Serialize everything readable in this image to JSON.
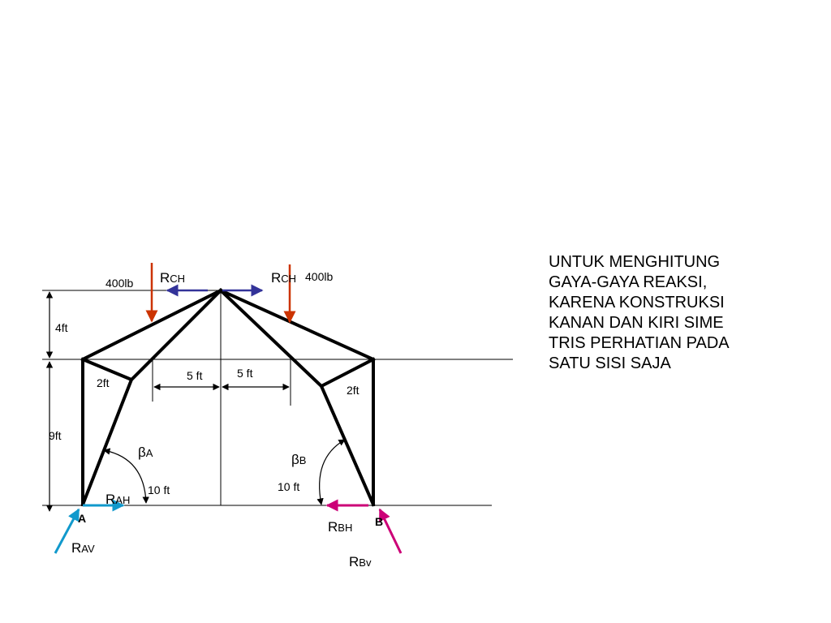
{
  "diagram": {
    "dimensions": {
      "top_height": "4ft",
      "bottom_height": "9ft",
      "left_span": "5 ft",
      "right_span": "5 ft",
      "left_offset": "2ft",
      "right_offset": "2ft",
      "left_base": "10 ft",
      "right_base": "10 ft"
    },
    "loads": {
      "left": "400lb",
      "right": "400lb"
    },
    "forces": {
      "rch_left": {
        "main": "R",
        "sub": "CH"
      },
      "rch_right": {
        "main": "R",
        "sub": "CH"
      },
      "rah": {
        "main": "R",
        "sub": "AH"
      },
      "rav": {
        "main": "R",
        "sub": "AV"
      },
      "rbh": {
        "main": "R",
        "sub": "BH"
      },
      "rbv": {
        "main": "R",
        "sub": "Bv"
      }
    },
    "angles": {
      "beta_a": {
        "main": "β",
        "sub": "A"
      },
      "beta_b": {
        "main": "β",
        "sub": "B"
      }
    },
    "supports": {
      "a": "A",
      "b": "B"
    },
    "colors": {
      "structure": "#000000",
      "load": "#cc3300",
      "rch": "#333399",
      "a_reactions": "#1199cc",
      "b_reactions": "#cc0077"
    }
  },
  "note": {
    "lines": [
      "UNTUK MENGHITUNG",
      "GAYA-GAYA REAKSI,",
      "KARENA KONSTRUKSI",
      "KANAN DAN KIRI SIME",
      "TRIS PERHATIAN PADA",
      "SATU SISI SAJA"
    ]
  }
}
